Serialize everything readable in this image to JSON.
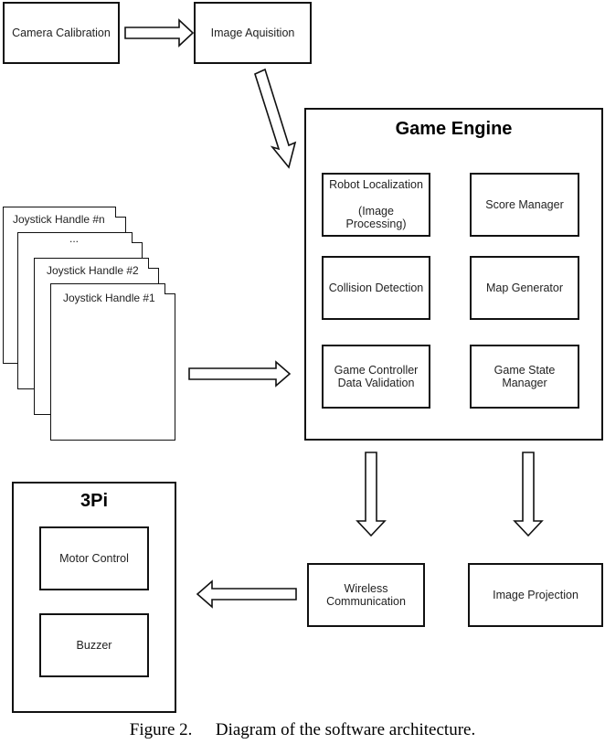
{
  "boxes": {
    "camera_calibration": "Camera Calibration",
    "image_acquisition": "Image Aquisition",
    "wireless_communication_line1": "Wireless",
    "wireless_communication_line2": "Communication",
    "image_projection": "Image Projection"
  },
  "game_engine": {
    "title": "Game Engine",
    "modules": {
      "robot_localization_line1": "Robot Localization",
      "robot_localization_line2": "(Image",
      "robot_localization_line3": "Processing)",
      "score_manager": "Score Manager",
      "collision_detection": "Collision Detection",
      "map_generator": "Map Generator",
      "game_controller_line1": "Game Controller",
      "game_controller_line2": "Data Validation",
      "game_state_line1": "Game State",
      "game_state_line2": "Manager"
    }
  },
  "joysticks": {
    "handle_n": "Joystick Handle #n",
    "ellipsis": "...",
    "handle_2": "Joystick Handle #2",
    "handle_1": "Joystick Handle #1"
  },
  "robot_3pi": {
    "title": "3Pi",
    "motor_control": "Motor Control",
    "buzzer": "Buzzer"
  },
  "caption": {
    "label": "Figure 2.",
    "text": "Diagram of the software architecture."
  }
}
